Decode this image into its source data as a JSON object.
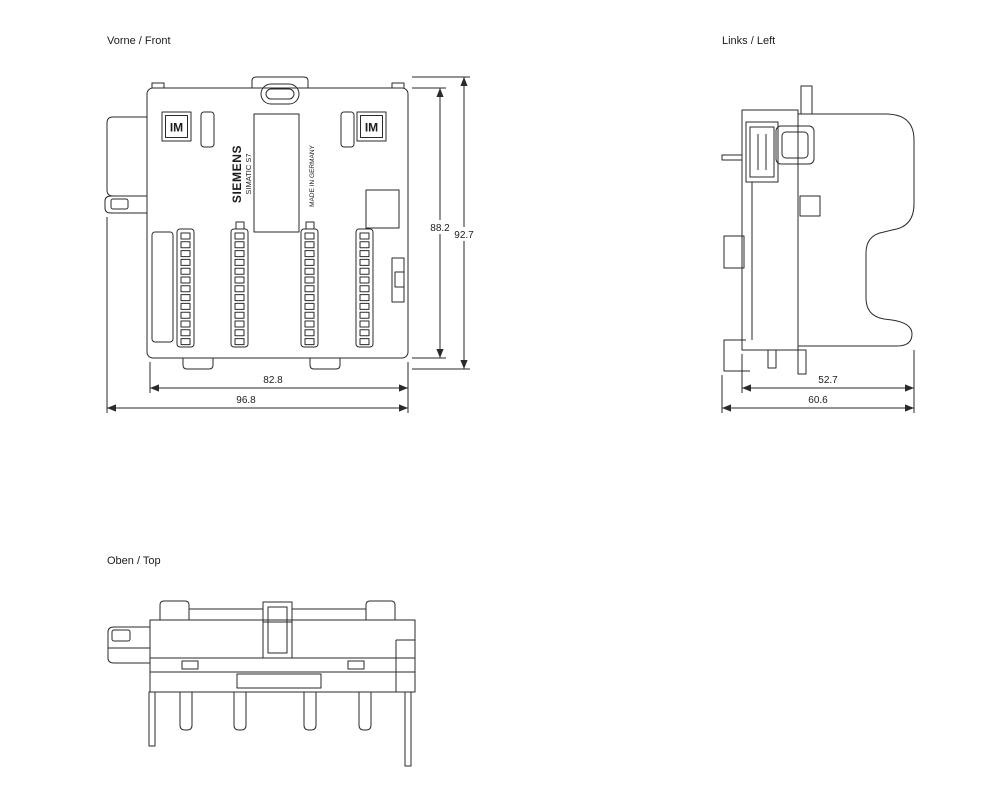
{
  "colors": {
    "line": "#2a2a2a",
    "background": "#ffffff"
  },
  "views": {
    "front": {
      "label": "Vorne / Front",
      "module": {
        "im_left": "IM",
        "im_right": "IM",
        "brand": "SIEMENS",
        "product": "SIMATIC S7",
        "origin": "MADE IN GERMANY"
      },
      "dims": {
        "inner_height": "88.2",
        "outer_height": "92.7",
        "inner_width": "82.8",
        "outer_width": "96.8"
      }
    },
    "left": {
      "label": "Links / Left",
      "dims": {
        "inner_depth": "52.7",
        "outer_depth": "60.6"
      }
    },
    "top": {
      "label": "Oben / Top"
    }
  }
}
